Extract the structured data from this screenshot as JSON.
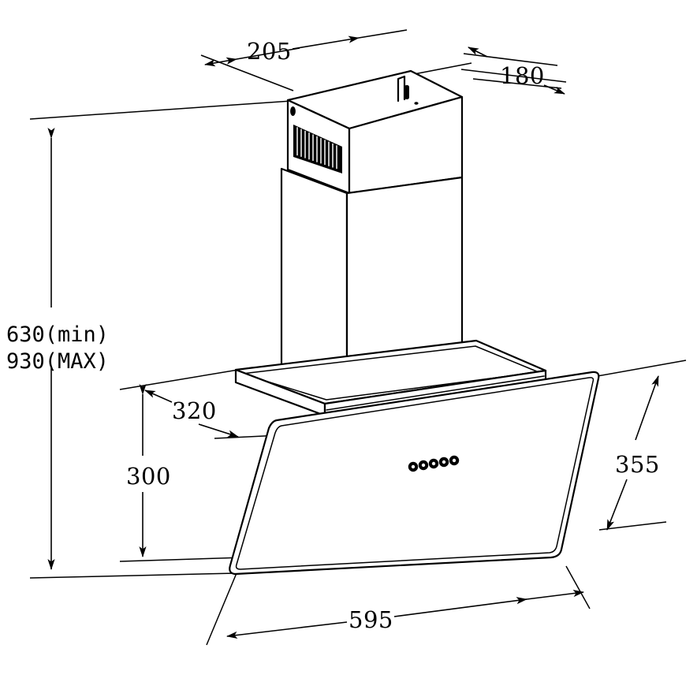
{
  "drawing": {
    "title": "Range hood dimensional drawing",
    "subject": "angled-glass-chimney-range-hood",
    "projection": "isometric",
    "units": "mm",
    "background_color": "#ffffff",
    "line_color": "#000000"
  },
  "dimensions": {
    "chimney_top_depth": {
      "label": "205",
      "value": 205,
      "orientation": "slanted-horizontal",
      "arrow_style": "outward",
      "position": "top-left"
    },
    "chimney_top_width": {
      "label": "180",
      "value": 180,
      "orientation": "slanted-horizontal",
      "arrow_style": "inward",
      "position": "top-right"
    },
    "mounting_height": {
      "label_min": "630(min)",
      "label_max": "930(MAX)",
      "value_min": 630,
      "value_max": 930,
      "orientation": "vertical",
      "arrow_style": "both-ends",
      "position": "far-left"
    },
    "canopy_depth": {
      "label": "320",
      "value": 320,
      "orientation": "leader-diagonal",
      "arrow_style": "both-ends",
      "position": "mid-left"
    },
    "body_height": {
      "label": "300",
      "value": 300,
      "orientation": "vertical",
      "arrow_style": "both-ends",
      "position": "mid-left-inner"
    },
    "glass_panel_height": {
      "label": "355",
      "value": 355,
      "orientation": "slanted-vertical",
      "arrow_style": "both-ends",
      "position": "right"
    },
    "overall_width": {
      "label": "595",
      "value": 595,
      "orientation": "slanted-horizontal",
      "arrow_style": "outward",
      "position": "bottom"
    }
  },
  "features": {
    "chimney_upper": {
      "name": "upper telescopic chimney section",
      "has_vent_grille": true,
      "vent_slat_count": 13
    },
    "chimney_lower": {
      "name": "lower chimney section"
    },
    "canopy": {
      "name": "hood canopy top plate"
    },
    "glass_panel": {
      "name": "angled tempered glass front panel",
      "corner_style": "rounded"
    },
    "control_panel": {
      "name": "push button control panel",
      "button_count": 5,
      "button_shape": "round"
    },
    "mounting_bracket": {
      "name": "rear wall mounting bracket tab"
    }
  }
}
